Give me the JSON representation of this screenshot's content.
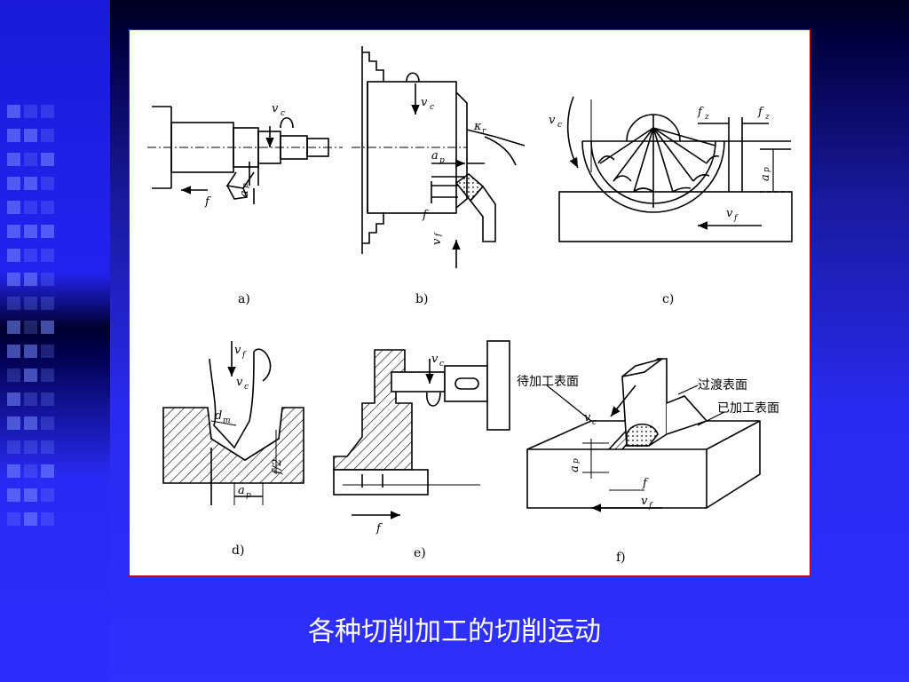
{
  "caption": "各种切削加工的切削运动",
  "colors": {
    "panel_border": "#c00000",
    "panel_bg": "#ffffff",
    "caption": "#ffffff"
  },
  "figure": {
    "a": {
      "label": "a)",
      "vc": "v",
      "vc_sub": "c",
      "f": "f",
      "ap": "a",
      "ap_sub": "p"
    },
    "b": {
      "label": "b)",
      "vc": "v",
      "vc_sub": "c",
      "kr": "κ",
      "kr_sub": "r",
      "ap": "a",
      "ap_sub": "p",
      "f": "f",
      "vf": "v",
      "vf_sub": "f"
    },
    "c": {
      "label": "c)",
      "vc": "v",
      "vc_sub": "c",
      "fz1": "f",
      "fz1_sub": "z",
      "fz2": "f",
      "fz2_sub": "z",
      "ap": "a",
      "ap_sub": "p",
      "vf": "v",
      "vf_sub": "f"
    },
    "d": {
      "label": "d)",
      "vf": "v",
      "vf_sub": "f",
      "vc": "v",
      "vc_sub": "c",
      "dm": "d",
      "dm_sub": "m",
      "f2": "f/2",
      "ap": "a",
      "ap_sub": "p"
    },
    "e": {
      "label": "e)",
      "vc": "v",
      "vc_sub": "c",
      "f": "f"
    },
    "f": {
      "label": "f)",
      "surface_pending": "待加工表面",
      "surface_transition": "过渡表面",
      "surface_finished": "已加工表面",
      "vc": "v",
      "vc_sub": "c",
      "ap": "a",
      "ap_sub": "p",
      "f": "f",
      "vf": "v",
      "vf_sub": "f"
    }
  }
}
